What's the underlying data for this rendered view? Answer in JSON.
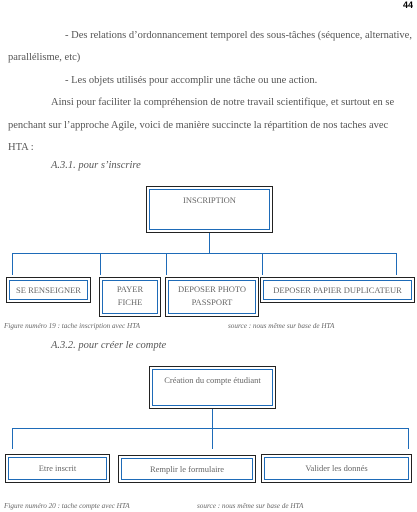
{
  "page_number": "44",
  "paragraphs": {
    "bullet1_line1": "-  Des relations d’ordonnancement temporel des sous-tâches (séquence, alternative,",
    "bullet1_line2": "parallélisme, etc)",
    "bullet2": "-  Les objets utilisés pour accomplir une tâche ou une action.",
    "para_line1": "Ainsi pour faciliter la compréhension de notre travail scientifique, et surtout en se",
    "para_line2": "penchant sur l’approche Agile, voici de manière succincte la répartition de nos taches avec",
    "para_line3": "HTA :"
  },
  "section1": {
    "heading": "A.3.1. pour s’inscrire",
    "root": "INSCRIPTION",
    "children": [
      "SE RENSEIGNER",
      "PAYER FICHE",
      "DEPOSER PHOTO PASSPORT",
      "DEPOSER PAPIER DUPLICATEUR"
    ],
    "child_lines": {
      "payer_1": "PAYER",
      "payer_2": "FICHE",
      "photo_1": "DEPOSER PHOTO",
      "photo_2": "PASSPORT"
    },
    "caption": "Figure numéro 19 : tache inscription avec HTA",
    "source": "source : nous même sur base de HTA"
  },
  "section2": {
    "heading": "A.3.2. pour créer le compte",
    "root": "Création du compte étudiant",
    "children": [
      "Etre inscrit",
      "Remplir le formulaire",
      "Valider les donnés"
    ],
    "caption": "Figure numéro 20 : tache compte avec HTA",
    "source": "source : nous même sur base de HTA"
  },
  "colors": {
    "connector": "#1e6bb8",
    "text": "#555555"
  }
}
